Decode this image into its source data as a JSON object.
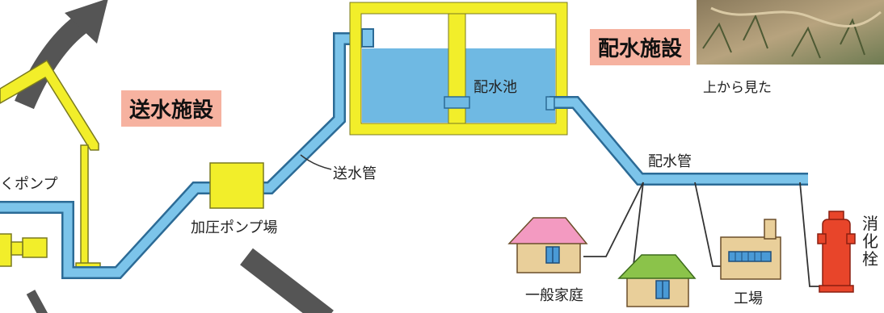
{
  "section_labels": {
    "supply": "送水施設",
    "distribution": "配水施設"
  },
  "labels": {
    "pump_left": "くポンプ",
    "booster_pump": "加圧ポンプ場",
    "supply_pipe": "送水管",
    "reservoir": "配水池",
    "distribution_pipe": "配水管",
    "seen_from_above": "上から見た",
    "household": "一般家庭",
    "factory": "工場",
    "hydrant": "消化栓"
  },
  "colors": {
    "pipe": "#7cc4ea",
    "pipe_outline": "#2c6b96",
    "water": "#6fb9e3",
    "tank_frame": "#f2ee2a",
    "badge": "#f6b2a0",
    "hydrant": "#e8452a",
    "house_wall": "#e9cf9a",
    "roof_pink": "#f39ac1",
    "roof_green": "#8bc34a",
    "arrow": "#555555"
  }
}
